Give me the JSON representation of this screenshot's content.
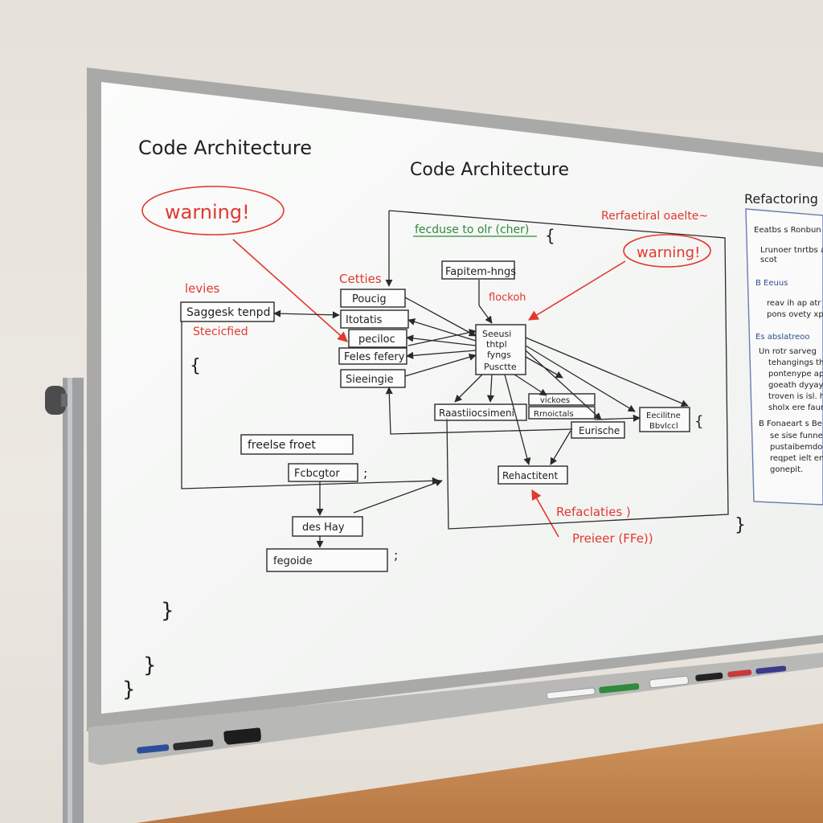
{
  "board": {
    "title_left": "Code Architecture",
    "title_center": "Code Architecture",
    "warning_left": "warning!",
    "warning_right": "warning!",
    "refactor_label": "Rerfaetiral oaelte~",
    "levies": "levies",
    "steadied": "Stecicfied",
    "cetties": "Cetties",
    "header_green": "fecduse to olr (cher)",
    "focus_box": "Fapitem-hngs",
    "flocksh": "flockoh",
    "refaclaties": "Refaclaties )",
    "preeier": "Preieer (FFe))"
  },
  "boxes": {
    "suggest": "Saggesk tenpd",
    "poucig": "Poucig",
    "ttotatis": "Itotatis",
    "peciloc": "peciloc",
    "feles": "Feles fefery",
    "siecingie": "Sieeingie",
    "center_lines": [
      "Seeusi",
      "thtpl",
      "fyngs",
      "Pusctte"
    ],
    "raastioc": "Raastiiocsimeni",
    "vickoes": "vickoes",
    "remocicals": "Rrnoictals",
    "euriche": "Eurische",
    "eecilite_1": "Eecilitne",
    "eecilite_2": "Bbvlccl",
    "rehaclitent": "Rehactitent",
    "freelse": "freelse froet",
    "fcbcgtor": "Fcbcgtor",
    "des_hay": "des Hay",
    "regoide": "fegoide"
  },
  "panel": {
    "title": "Refactoring",
    "line_1": "Eeatbs s  Ronbun  [/",
    "line_2": "Lrunoer tnrtbs ase",
    "line_3": "scot",
    "item_1": "B  Eeuus",
    "line_4": "reav ih ap atr b",
    "line_5": "pons ovety xp",
    "item_2": "Es abslatreoo",
    "line_6": "Un rotr sarveg",
    "line_7": "tehangings th",
    "line_8": "pontenype ape",
    "line_9": "goeath dyyay i",
    "line_10": "troven is isl. hy",
    "line_11": "sholx ere fauro",
    "item_3": "B  Fonaeart s Be",
    "line_12": "se sise funne",
    "line_13": "pustaibemdonr",
    "line_14": "reqpet ielt enronr",
    "line_15": "gonepit."
  },
  "colors": {
    "board": "#f7f8f6",
    "frame": "#a9aaa8",
    "ink_black": "#1f1f1f",
    "ink_red": "#e0392f",
    "ink_green": "#2f8a3a",
    "ink_blue": "#2f4f8a",
    "desk": "#c88a52",
    "wall": "#e6e1da"
  },
  "icons": [
    "marker-icon",
    "eraser-icon",
    "stand-knob-icon"
  ]
}
